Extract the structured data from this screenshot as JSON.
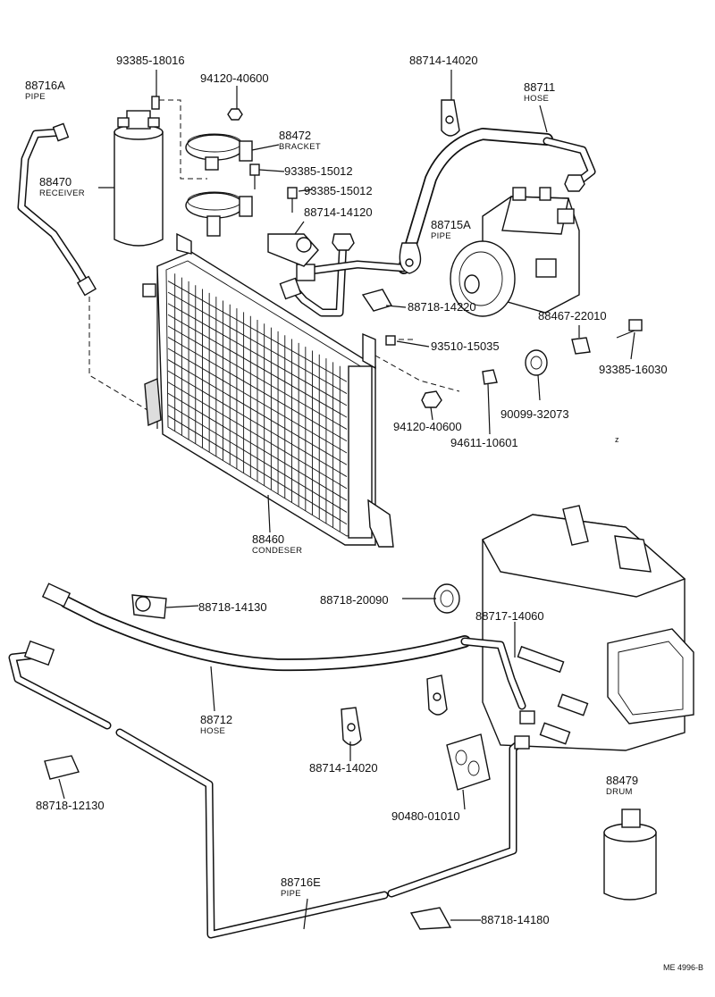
{
  "footer_code": "ME 4996-B",
  "stray_mark": "z",
  "parts": [
    {
      "number": "88716A",
      "name": "PIPE"
    },
    {
      "number": "93385-18016",
      "name": ""
    },
    {
      "number": "94120-40600",
      "name": ""
    },
    {
      "number": "88714-14020",
      "name": ""
    },
    {
      "number": "88711",
      "name": "HOSE"
    },
    {
      "number": "88472",
      "name": "BRACKET"
    },
    {
      "number": "88470",
      "name": "RECEIVER"
    },
    {
      "number": "93385-15012",
      "name": ""
    },
    {
      "number": "93385-15012",
      "name": ""
    },
    {
      "number": "88714-14120",
      "name": ""
    },
    {
      "number": "88715A",
      "name": "PIPE"
    },
    {
      "number": "88718-14220",
      "name": ""
    },
    {
      "number": "88467-22010",
      "name": ""
    },
    {
      "number": "93510-15035",
      "name": ""
    },
    {
      "number": "93385-16030",
      "name": ""
    },
    {
      "number": "90099-32073",
      "name": ""
    },
    {
      "number": "94120-40600",
      "name": ""
    },
    {
      "number": "94611-10601",
      "name": ""
    },
    {
      "number": "88460",
      "name": "CONDESER"
    },
    {
      "number": "88718-14130",
      "name": ""
    },
    {
      "number": "88718-20090",
      "name": ""
    },
    {
      "number": "88717-14060",
      "name": ""
    },
    {
      "number": "88712",
      "name": "HOSE"
    },
    {
      "number": "88714-14020",
      "name": ""
    },
    {
      "number": "88718-12130",
      "name": ""
    },
    {
      "number": "90480-01010",
      "name": ""
    },
    {
      "number": "88479",
      "name": "DRUM"
    },
    {
      "number": "88716E",
      "name": "PIPE"
    },
    {
      "number": "88718-14180",
      "name": ""
    }
  ]
}
